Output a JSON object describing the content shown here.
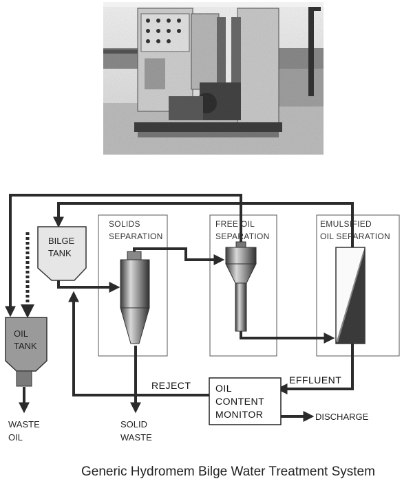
{
  "caption": "Generic Hydromem Bilge Water Treatment System",
  "photo": {
    "description_name": "equipment-photo"
  },
  "units": {
    "bilge_tank": [
      "BILGE",
      "TANK"
    ],
    "oil_tank": [
      "OIL",
      "TANK"
    ],
    "solids_separation": [
      "SOLIDS",
      "SEPARATION"
    ],
    "free_oil_separation": [
      "FREE OIL",
      "SEPARATION"
    ],
    "emulsified_oil_separation": [
      "EMULSIFIED",
      "OIL SEPARATION"
    ],
    "oil_content_monitor": [
      "OIL",
      "CONTENT",
      "MONITOR"
    ]
  },
  "flows": {
    "reject": "REJECT",
    "effluent": "EFFLUENT",
    "discharge": "DISCHARGE",
    "waste_oil": [
      "WASTE",
      "OIL"
    ],
    "solid_waste": [
      "SOLID",
      "WASTE"
    ]
  }
}
